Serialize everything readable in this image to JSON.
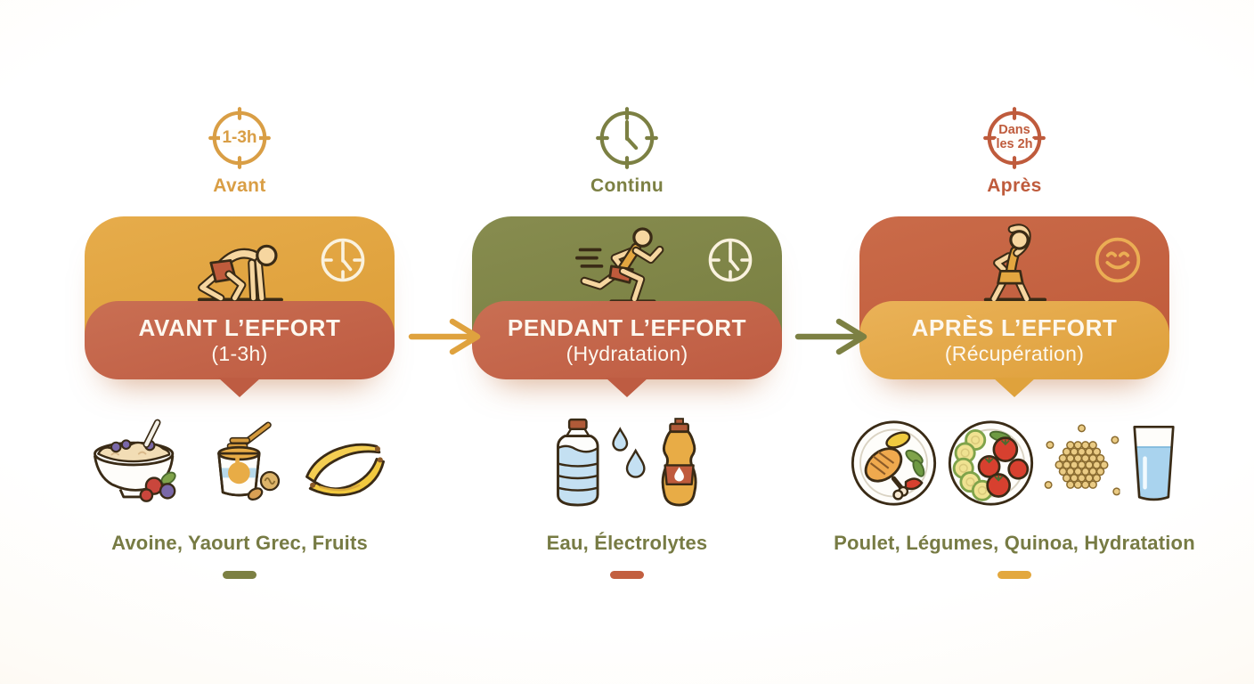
{
  "palette": {
    "background": "#FDFAF5",
    "gold": "#DFA23E",
    "olive": "#7C8043",
    "terracotta": "#C25F40",
    "caption_text": "#777B44",
    "band_text": "#FDF8EF"
  },
  "columns": [
    {
      "id": "avant",
      "timing": {
        "badge_icon": "clock-dial-icon",
        "badge_line1": "1-3h",
        "badge_line2": "",
        "label": "Avant",
        "color": "#D99E45"
      },
      "card": {
        "figure_icon": "sprinter-start-figure",
        "corner_icon": "clock-icon",
        "title": "AVANT L’EFFORT",
        "subtitle": "(1-3h)",
        "top_color": "#DFA23E",
        "band_color": "#C2624A"
      },
      "foods": {
        "icons": [
          "oatmeal-bowl-icon",
          "yogurt-honey-icon",
          "bananas-icon"
        ],
        "caption": "Avoine, Yaourt Grec, Fruits",
        "dash_color": "#7C8043"
      }
    },
    {
      "id": "pendant",
      "timing": {
        "badge_icon": "clock-hands-icon",
        "badge_line1": "",
        "badge_line2": "",
        "label": "Continu",
        "color": "#7C8043"
      },
      "card": {
        "figure_icon": "runner-figure",
        "corner_icon": "clock-icon",
        "title": "PENDANT L’EFFORT",
        "subtitle": "(Hydratation)",
        "top_color": "#7C8043",
        "band_color": "#C2624A"
      },
      "foods": {
        "icons": [
          "water-bottle-icon",
          "water-drops-icon",
          "electrolyte-bottle-icon"
        ],
        "caption": "Eau, Électrolytes",
        "dash_color": "#C25F40"
      }
    },
    {
      "id": "apres",
      "timing": {
        "badge_icon": "clock-dial-icon",
        "badge_line1": "Dans",
        "badge_line2": "les 2h",
        "label": "Après",
        "color": "#BF5B3C"
      },
      "card": {
        "figure_icon": "stretching-figure",
        "corner_icon": "smiley-icon",
        "title": "APRÈS L’EFFORT",
        "subtitle": "(Récupération)",
        "top_color": "#C25F40",
        "band_color": "#E3A744"
      },
      "foods": {
        "icons": [
          "chicken-plate-icon",
          "vegetables-plate-icon",
          "quinoa-icon",
          "water-glass-icon"
        ],
        "caption": "Poulet, Légumes, Quinoa, Hydratation",
        "dash_color": "#E3A83E"
      }
    }
  ],
  "arrows": [
    {
      "from": "avant",
      "to": "pendant",
      "color": "#DFA23E"
    },
    {
      "from": "pendant",
      "to": "apres",
      "color": "#7C8043"
    }
  ]
}
